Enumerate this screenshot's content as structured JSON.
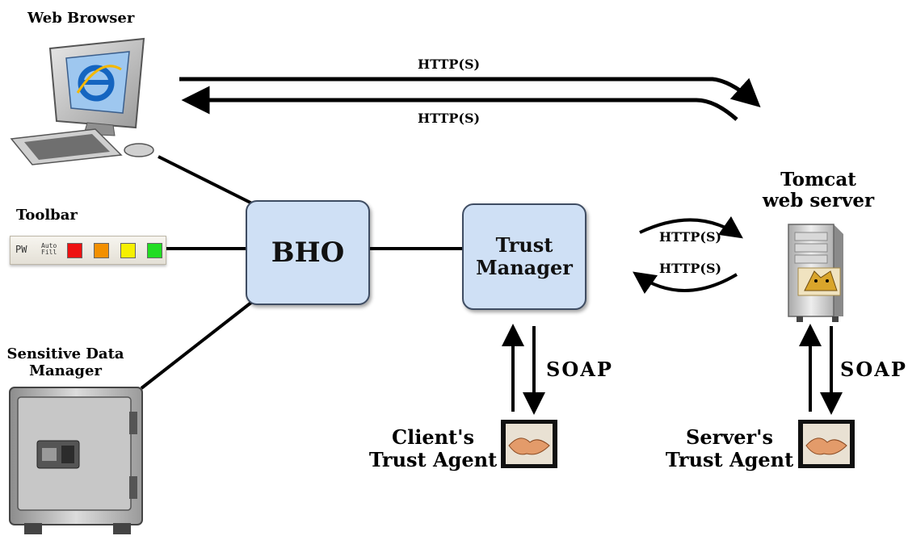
{
  "labels": {
    "web_browser": "Web Browser",
    "toolbar": "Toolbar",
    "sensitive_data_manager_line1": "Sensitive Data",
    "sensitive_data_manager_line2": "Manager",
    "bho": "BHO",
    "trust_manager_line1": "Trust",
    "trust_manager_line2": "Manager",
    "tomcat_line1": "Tomcat",
    "tomcat_line2": "web server",
    "client_agent_line1": "Client's",
    "client_agent_line2": "Trust Agent",
    "server_agent_line1": "Server's",
    "server_agent_line2": "Trust Agent"
  },
  "flows": {
    "browser_to_server": "HTTP(S)",
    "server_to_browser": "HTTP(S)",
    "trust_manager_to_tomcat": "HTTP(S)",
    "tomcat_to_trust_manager": "HTTP(S)",
    "client_soap": "SOAP",
    "server_soap": "SOAP"
  },
  "toolbar": {
    "pw_label": "PW",
    "autofill_line1": "Auto",
    "autofill_line2": "Fill",
    "indicator_colors": [
      "#ee1111",
      "#f39000",
      "#f6f000",
      "#22dd22"
    ]
  },
  "colors": {
    "box_fill": "#cfe0f5",
    "box_border": "#3f4d63"
  }
}
